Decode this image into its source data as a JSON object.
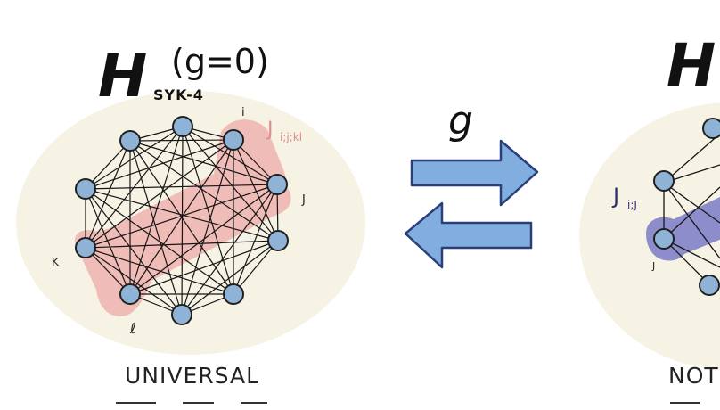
{
  "left_panel": {
    "hamiltonian_symbol": "H",
    "hamiltonian_subscript": "SYK-4",
    "hamiltonian_superscript": "(g=0)",
    "coupling_label": "J",
    "coupling_subscript": "i;j;kl",
    "node_labels": {
      "i": "i",
      "j": "J",
      "k": "K",
      "l": "ℓ"
    },
    "caption": "UNIVERSAL"
  },
  "center": {
    "coupling_symbol": "g"
  },
  "right_panel": {
    "hamiltonian_symbol": "H",
    "coupling_label": "J",
    "coupling_subscript": "i;J",
    "node_label_j": "J",
    "caption": "NOT"
  },
  "colors": {
    "disk_fill": "#f6f3e4",
    "node_fill": "#8fb3d6",
    "node_stroke": "#1f1f1f",
    "edge": "#161616",
    "highlight_pink": "#efb3b0",
    "coupling_text_pink": "#df8f8b",
    "highlight_purple": "#7b7ac8",
    "coupling_text_purple": "#2f2e79",
    "arrow_fill": "#82addf",
    "arrow_stroke": "#2a3f7a"
  }
}
